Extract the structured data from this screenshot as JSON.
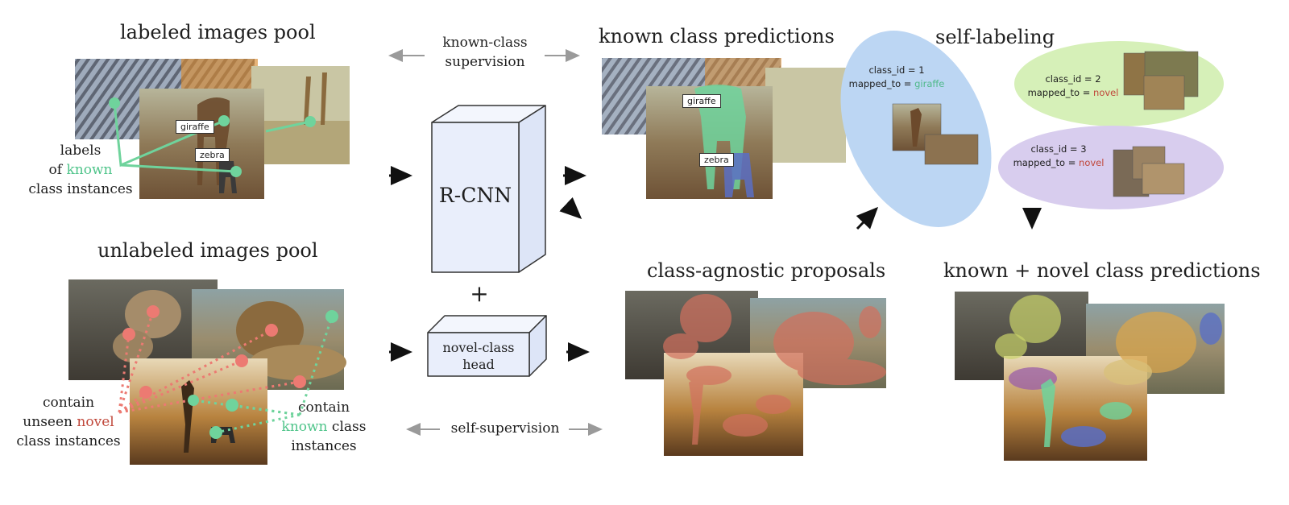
{
  "headings": {
    "labeled_pool": "labeled images pool",
    "unlabeled_pool": "unlabeled images pool",
    "known_predictions": "known class predictions",
    "self_labeling": "self-labeling",
    "class_agnostic": "class-agnostic proposals",
    "known_novel_predictions": "known + novel class predictions"
  },
  "arrows": {
    "known_supervision_line1": "known-class",
    "known_supervision_line2": "supervision",
    "self_supervision": "self-supervision"
  },
  "model": {
    "rcnn": "R-CNN",
    "plus": "+",
    "novel_head_line1": "novel-class",
    "novel_head_line2": "head"
  },
  "annotations": {
    "labels_known": {
      "line1": "labels",
      "line2_prefix": "of ",
      "line2_known": "known",
      "line3": "class instances"
    },
    "contain_novel": {
      "line1": "contain",
      "line2_prefix": "unseen ",
      "line2_novel": "novel",
      "line3": "class instances"
    },
    "contain_known": {
      "line1": "contain",
      "line2_known": "known",
      "line2_suffix": " class",
      "line3": "instances"
    }
  },
  "tags": {
    "giraffe": "giraffe",
    "zebra": "zebra"
  },
  "clusters": [
    {
      "class_id": "class_id = 1",
      "mapped_prefix": "mapped_to = ",
      "mapped_value": "giraffe",
      "color": "#4fb98a"
    },
    {
      "class_id": "class_id = 2",
      "mapped_prefix": "mapped_to = ",
      "mapped_value": "novel",
      "color": "#c0473a"
    },
    {
      "class_id": "class_id = 3",
      "mapped_prefix": "mapped_to = ",
      "mapped_value": "novel",
      "color": "#c0473a"
    }
  ],
  "colors": {
    "known": "#6fd39c",
    "novel": "#ec7a72",
    "cluster_blue": "#bcd6f3",
    "cluster_green": "#d6f0b8",
    "cluster_purple": "#d8cdee",
    "box_fill": "#e9eefb"
  }
}
